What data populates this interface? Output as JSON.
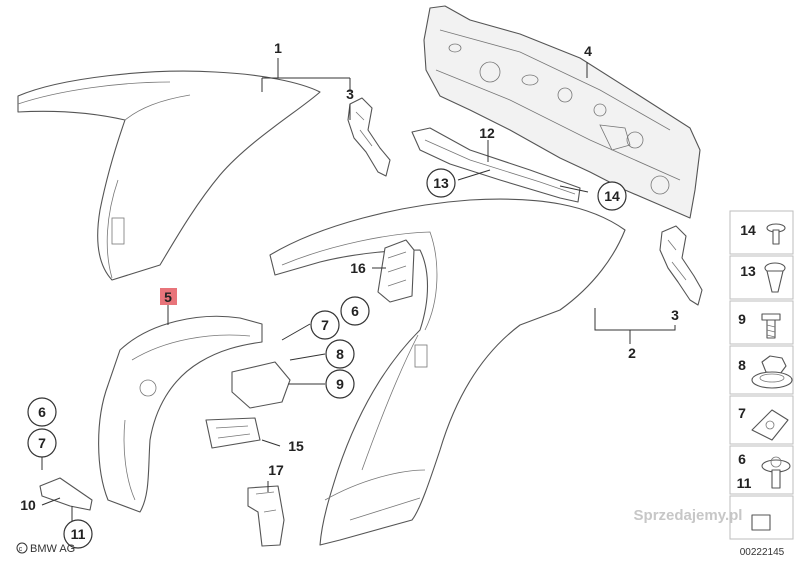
{
  "diagram": {
    "diagram_id": "00222145",
    "copyright": "BMW AG",
    "watermark": "Sprzedajemy.pl",
    "highlight_color": "#e8747a",
    "line_color": "#555555"
  },
  "callouts": {
    "c1": "1",
    "c3a": "3",
    "c4": "4",
    "c12": "12",
    "c13": "13",
    "c14": "14",
    "c5": "5",
    "c16": "16",
    "c6a": "6",
    "c7a": "7",
    "c8": "8",
    "c9": "9",
    "c15": "15",
    "c17": "17",
    "c6b": "6",
    "c7b": "7",
    "c10": "10",
    "c11": "11",
    "c2": "2",
    "c3b": "3"
  },
  "sidebar": {
    "items": [
      {
        "number": "14",
        "icon": "push-rivet-icon"
      },
      {
        "number": "13",
        "icon": "expanding-rivet-icon"
      },
      {
        "number": "9",
        "icon": "screw-icon"
      },
      {
        "number": "8",
        "icon": "hex-nut-icon"
      },
      {
        "number": "7",
        "icon": "clip-nut-icon"
      },
      {
        "number": "6",
        "icon": "washer-screw-icon"
      },
      {
        "number": "11",
        "icon": "washer-screw-icon"
      }
    ]
  }
}
